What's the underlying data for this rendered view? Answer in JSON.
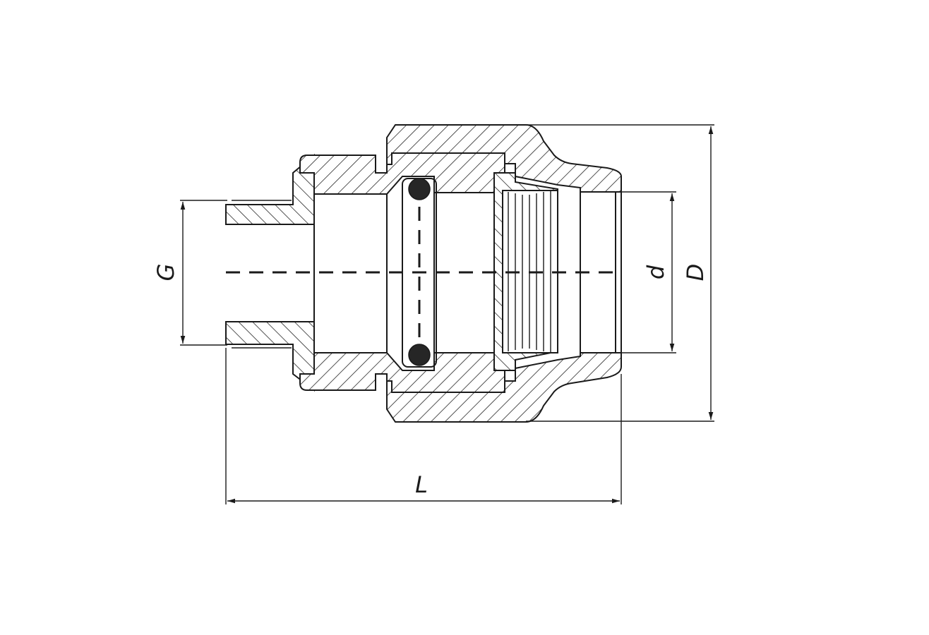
{
  "drawing": {
    "dimensions": {
      "g_label": "G",
      "d_label": "d",
      "big_d_label": "D",
      "l_label": "L"
    },
    "colors": {
      "line": "#1a1a1a",
      "background": "#ffffff",
      "oring": "#262626"
    }
  }
}
